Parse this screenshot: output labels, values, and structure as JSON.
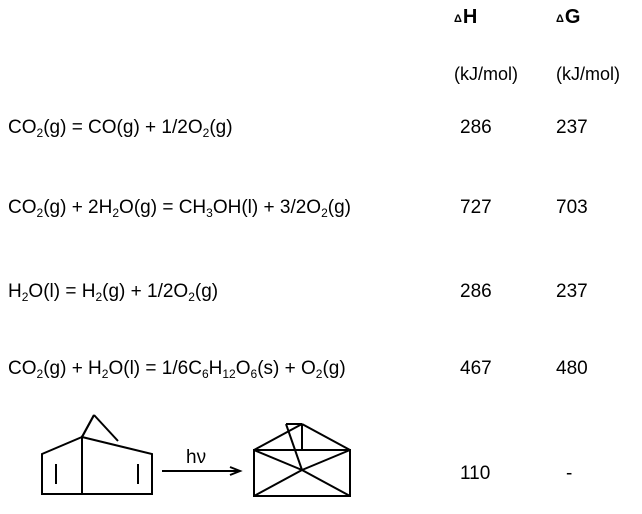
{
  "headers": {
    "dh_symbol": "Δ",
    "dh_letter": "H",
    "dg_symbol": "Δ",
    "dg_letter": "G",
    "dh_unit": "(kJ/mol)",
    "dg_unit": "(kJ/mol)"
  },
  "reactions": [
    {
      "segments": [
        {
          "t": "CO"
        },
        {
          "s": "2"
        },
        {
          "t": "(g) = CO(g) + 1/2O"
        },
        {
          "s": "2"
        },
        {
          "t": "(g)"
        }
      ],
      "dh": "286",
      "dg": "237"
    },
    {
      "segments": [
        {
          "t": "CO"
        },
        {
          "s": "2"
        },
        {
          "t": "(g) + 2H"
        },
        {
          "s": "2"
        },
        {
          "t": "O(g) = CH"
        },
        {
          "s": "3"
        },
        {
          "t": "OH(l) + 3/2O"
        },
        {
          "s": "2"
        },
        {
          "t": "(g)"
        }
      ],
      "dh": "727",
      "dg": "703"
    },
    {
      "segments": [
        {
          "t": "H"
        },
        {
          "s": "2"
        },
        {
          "t": "O(l) = H"
        },
        {
          "s": "2"
        },
        {
          "t": "(g) + 1/2O"
        },
        {
          "s": "2"
        },
        {
          "t": "(g)"
        }
      ],
      "dh": "286",
      "dg": "237"
    },
    {
      "segments": [
        {
          "t": "CO"
        },
        {
          "s": "2"
        },
        {
          "t": "(g) + H"
        },
        {
          "s": "2"
        },
        {
          "t": "O(l) = 1/6C"
        },
        {
          "s": "6"
        },
        {
          "t": "H"
        },
        {
          "s": "12"
        },
        {
          "t": "O"
        },
        {
          "s": "6"
        },
        {
          "t": "(s) + O"
        },
        {
          "s": "2"
        },
        {
          "t": "(g)"
        }
      ],
      "dh": "467",
      "dg": "480"
    }
  ],
  "photo_reaction": {
    "arrow_label": "hν",
    "dh": "110",
    "dg": "-"
  }
}
